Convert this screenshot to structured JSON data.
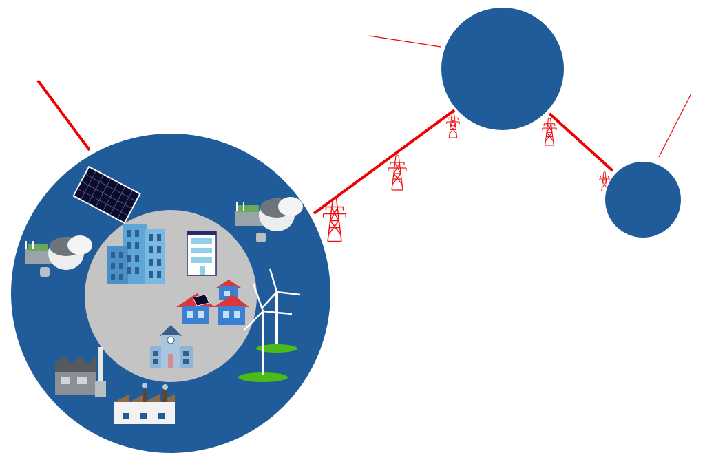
{
  "colors": {
    "node_blue": "#1f5c99",
    "core_gray": "#c4c4c4",
    "line_red": "#ee0000",
    "tower_red": "#ee1111",
    "grass_green": "#4cbb17",
    "building_blue": "#5ea6d8",
    "building_dark": "#2e5f8f",
    "roof_red": "#d9363e",
    "factory_gray": "#555a60",
    "factory_white": "#f2f2f2",
    "factory_brown": "#8a6a4a",
    "turbine_white": "#ffffff",
    "solar_dark": "#0c0c2a"
  },
  "nodes": [
    {
      "id": "microgrid",
      "type": "microgrid-with-local-assets"
    },
    {
      "id": "node-top",
      "type": "grid-node"
    },
    {
      "id": "node-right",
      "type": "grid-node"
    }
  ],
  "links": [
    {
      "from": "microgrid",
      "to": "node-top",
      "type": "transmission-line"
    },
    {
      "from": "node-top",
      "to": "node-right",
      "type": "transmission-line"
    },
    {
      "from": "microgrid",
      "to": "off-screen",
      "type": "transmission-line"
    },
    {
      "from": "node-top",
      "to": "off-screen",
      "type": "transmission-line"
    },
    {
      "from": "node-right",
      "to": "off-screen",
      "type": "transmission-line"
    }
  ],
  "icons": [
    "solar-panel-icon",
    "biogas-plant-icon",
    "office-building-icon",
    "apartment-building-icon",
    "house-with-solar-roof-icon",
    "house-icon",
    "school-building-icon",
    "wind-turbine-icon",
    "industrial-plant-icon",
    "factory-icon",
    "transmission-tower-icon"
  ]
}
